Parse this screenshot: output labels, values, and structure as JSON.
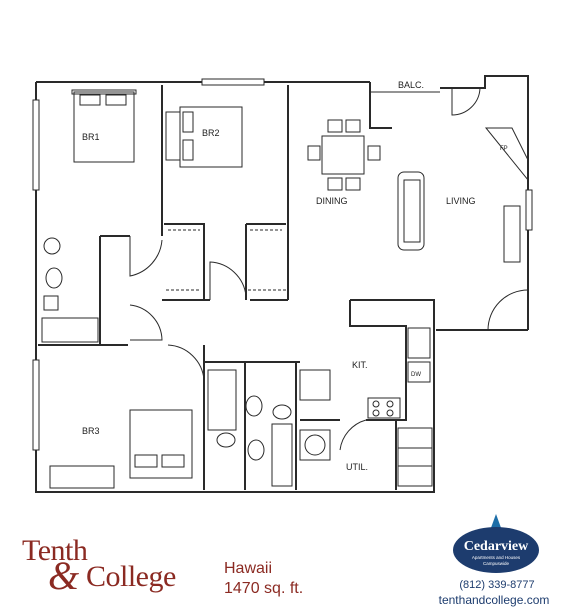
{
  "plan": {
    "rooms": {
      "balc": "BALC.",
      "br1": "BR1",
      "br2": "BR2",
      "dining": "DINING",
      "living": "LIVING",
      "fp": "FP",
      "kit": "KIT.",
      "dw": "DW",
      "br3": "BR3",
      "util": "UTIL."
    }
  },
  "branding": {
    "logo_line1": "Tenth",
    "logo_amp": "&",
    "logo_line2": "College",
    "unit_name": "Hawaii",
    "unit_size": "1470 sq. ft.",
    "badge_name": "Cedarview",
    "badge_tagline": "Apartments and Houses",
    "badge_tagline2": "Campuswide",
    "phone": "(812) 339-8777",
    "website": "tenthandcollege.com"
  },
  "colors": {
    "brand_red": "#8b2a22",
    "badge_navy": "#1d3c6e",
    "wall": "#2a2a2a"
  }
}
